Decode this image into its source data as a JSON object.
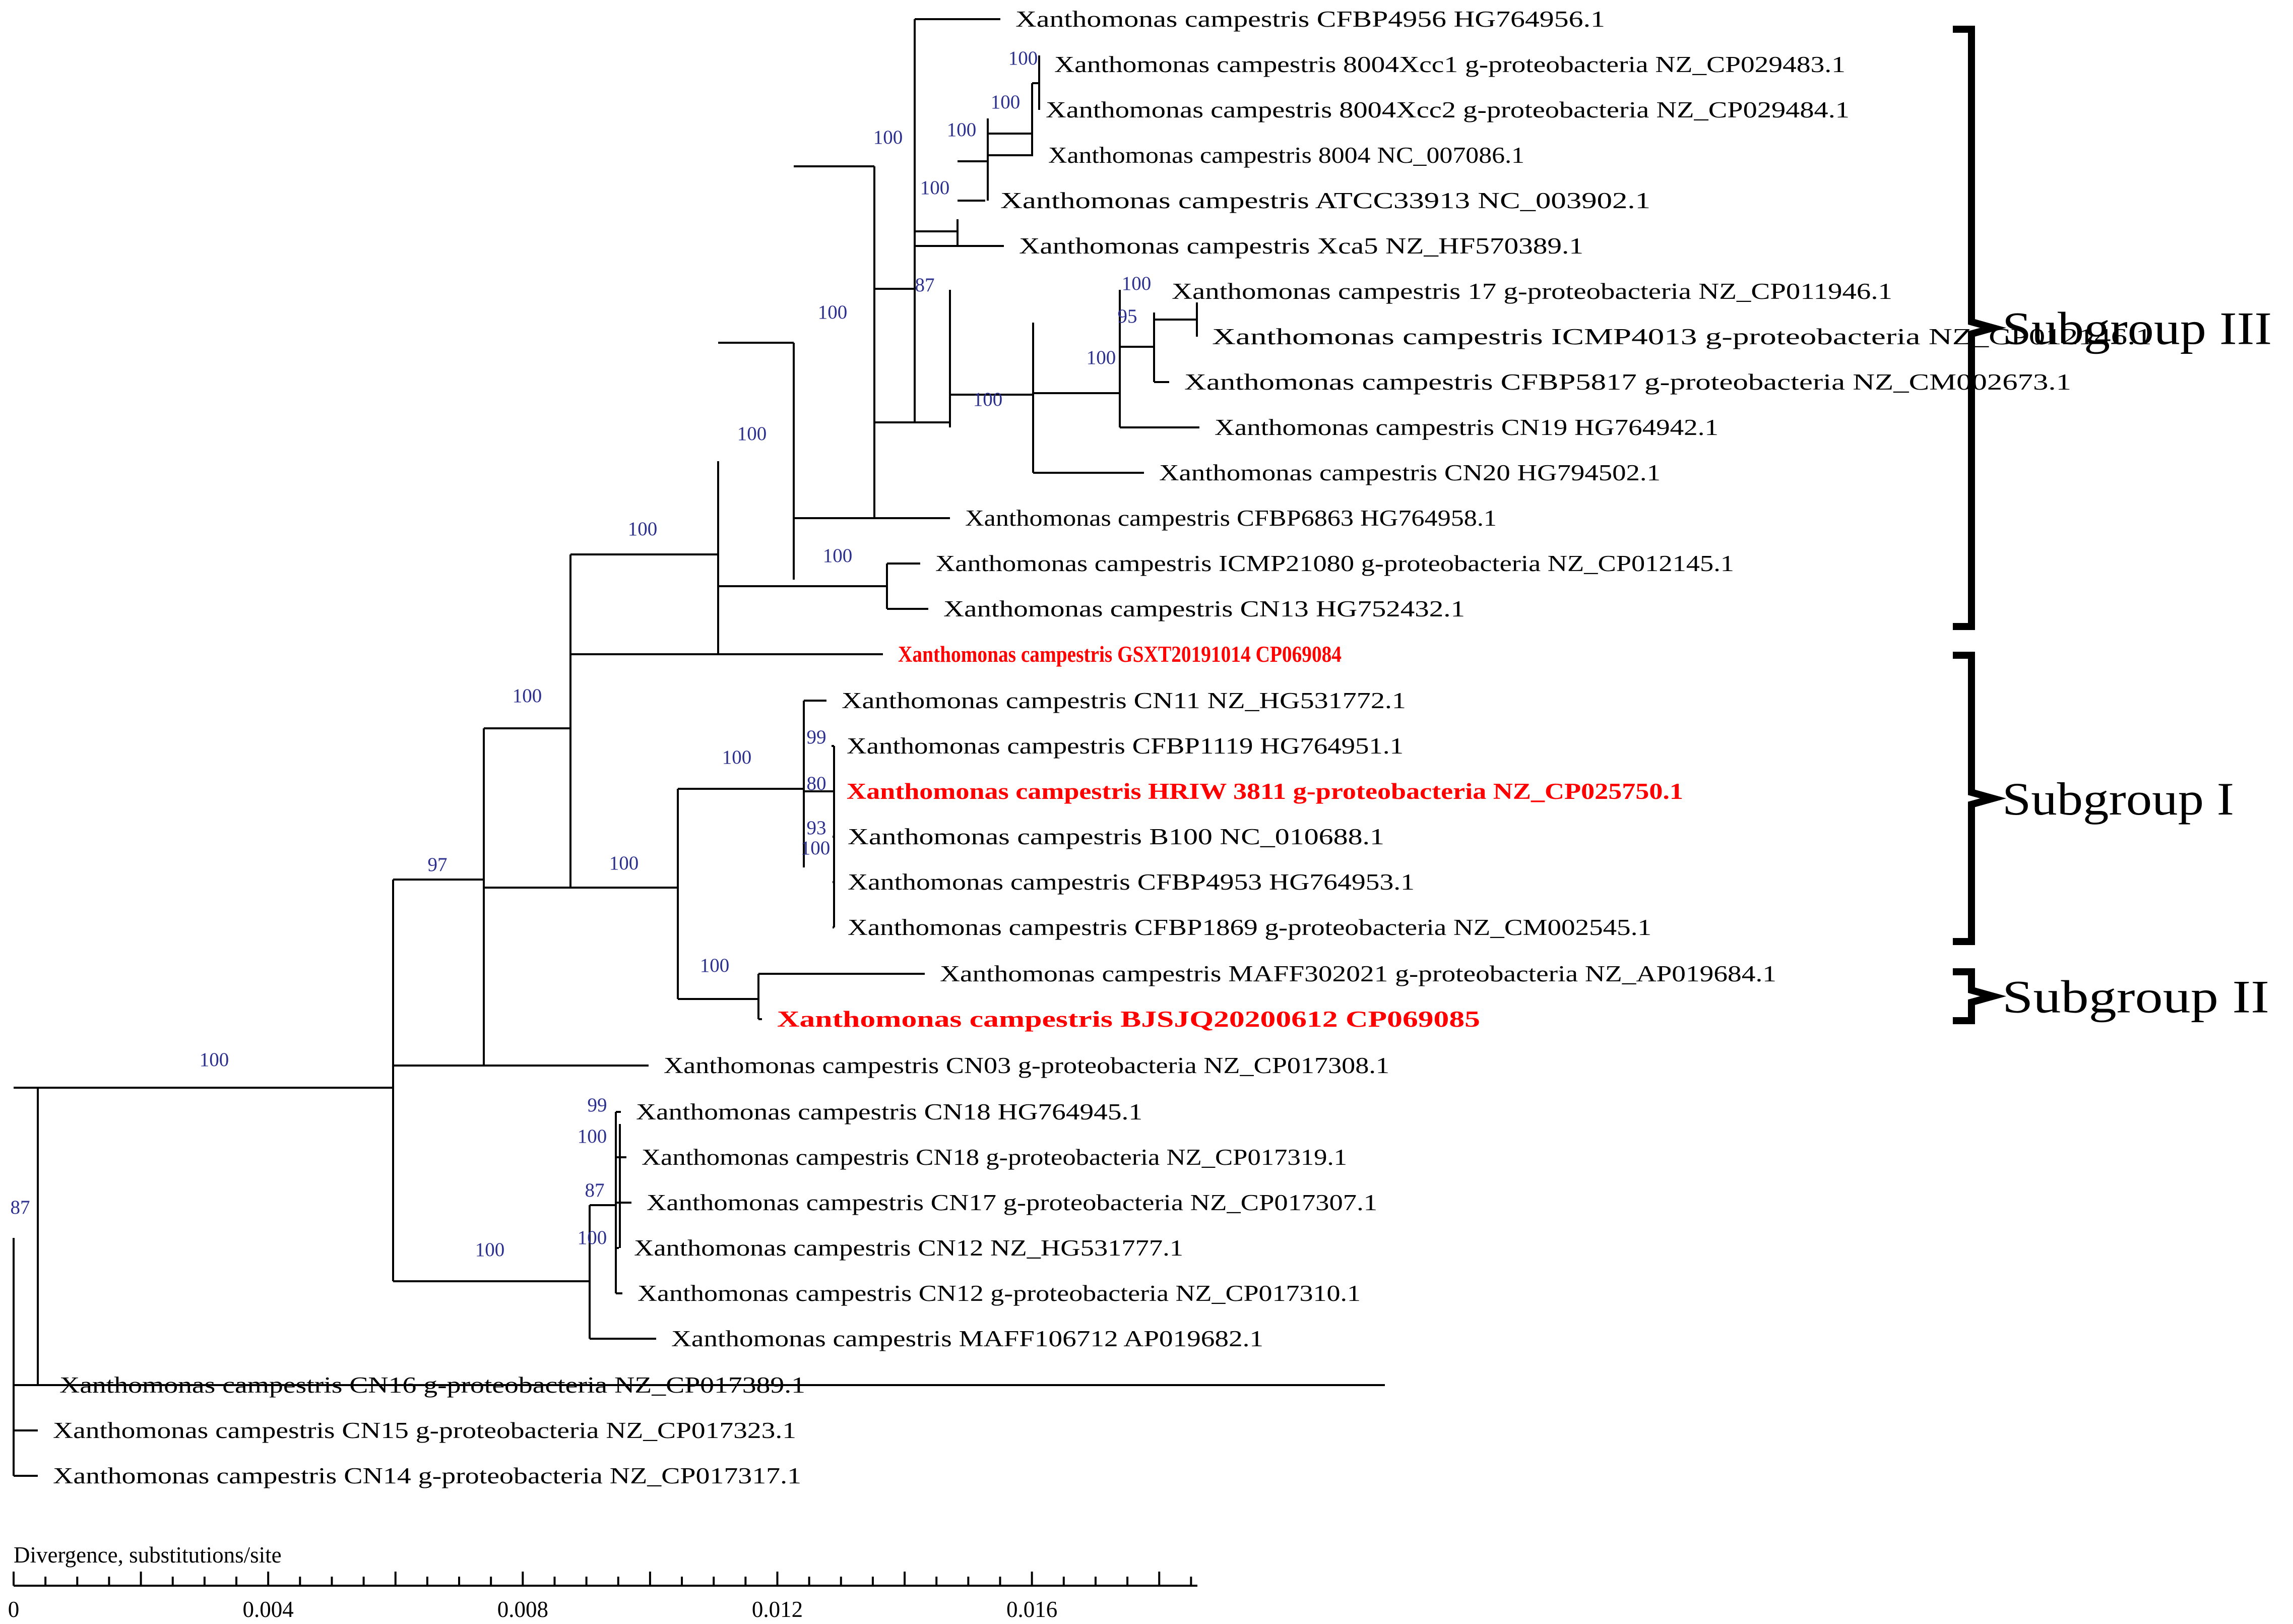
{
  "leaves": [
    {
      "id": "L1",
      "label": "Xanthomonas campestris CFBP4956  HG764956.1"
    },
    {
      "id": "L2",
      "label": "Xanthomonas campestris 8004Xcc1 g-proteobacteria NZ_CP029483.1"
    },
    {
      "id": "L3",
      "label": "Xanthomonas campestris 8004Xcc2 g-proteobacteria  NZ_CP029484.1"
    },
    {
      "id": "L4",
      "label": "Xanthomonas campestris 8004   NC_007086.1"
    },
    {
      "id": "L5",
      "label": "Xanthomonas campestris ATCC33913  NC_003902.1"
    },
    {
      "id": "L6",
      "label": "Xanthomonas campestris Xca5 NZ_HF570389.1"
    },
    {
      "id": "L7",
      "label": "Xanthomonas campestris 17 g-proteobacteria NZ_CP011946.1"
    },
    {
      "id": "L8",
      "label": "Xanthomonas campestris ICMP4013 g-proteobacteria NZ_CP012146.1"
    },
    {
      "id": "L9",
      "label": "Xanthomonas campestris CFBP5817 g-proteobacteria NZ_CM002673.1"
    },
    {
      "id": "L10",
      "label": "Xanthomonas campestris CN19 HG764942.1"
    },
    {
      "id": "L11",
      "label": "Xanthomonas campestris CN20  HG794502.1"
    },
    {
      "id": "L12",
      "label": "Xanthomonas campestris CFBP6863 HG764958.1"
    },
    {
      "id": "L13",
      "label": "Xanthomonas campestris ICMP21080 g-proteobacteria NZ_CP012145.1"
    },
    {
      "id": "L14",
      "label": "Xanthomonas campestris CN13 HG752432.1"
    },
    {
      "id": "L15",
      "label": "Xanthomonas campestris GSXT20191014 CP069084",
      "highlight": true
    },
    {
      "id": "L16",
      "label": "Xanthomonas campestris CN11 NZ_HG531772.1"
    },
    {
      "id": "L17",
      "label": "Xanthomonas campestris CFBP1119 HG764951.1"
    },
    {
      "id": "L18",
      "label": "Xanthomonas campestris HRIW 3811 g-proteobacteria NZ_CP025750.1",
      "highlight": true
    },
    {
      "id": "L19",
      "label": "Xanthomonas campestris B100 NC_010688.1"
    },
    {
      "id": "L20",
      "label": "Xanthomonas campestris CFBP4953 HG764953.1"
    },
    {
      "id": "L21",
      "label": "Xanthomonas campestris CFBP1869 g-proteobacteria NZ_CM002545.1"
    },
    {
      "id": "L22",
      "label": "Xanthomonas campestris MAFF302021 g-proteobacteria NZ_AP019684.1"
    },
    {
      "id": "L23",
      "label": "Xanthomonas campestris BJSJQ20200612 CP069085",
      "highlight": true
    },
    {
      "id": "L24",
      "label": "Xanthomonas campestris CN03 g-proteobacteria  NZ_CP017308.1"
    },
    {
      "id": "L25",
      "label": "Xanthomonas campestris CN18 HG764945.1"
    },
    {
      "id": "L26",
      "label": "Xanthomonas campestris CN18 g-proteobacteria NZ_CP017319.1"
    },
    {
      "id": "L27",
      "label": "Xanthomonas campestris CN17 g-proteobacteria  NZ_CP017307.1"
    },
    {
      "id": "L28",
      "label": "Xanthomonas campestris CN12 NZ_HG531777.1"
    },
    {
      "id": "L29",
      "label": "Xanthomonas campestris CN12 g-proteobacteria NZ_CP017310.1"
    },
    {
      "id": "L30",
      "label": "Xanthomonas campestris MAFF106712 AP019682.1"
    },
    {
      "id": "L31",
      "label": "Xanthomonas campestris CN16 g-proteobacteria NZ_CP017389.1"
    },
    {
      "id": "L32",
      "label": "Xanthomonas campestris CN15 g-proteobacteria NZ_CP017323.1"
    },
    {
      "id": "L33",
      "label": "Xanthomonas campestris CN14 g-proteobacteria NZ_CP017317.1"
    }
  ],
  "bootstrap": [
    {
      "clade": "CN16-CN15-CN14 root",
      "value": "87"
    },
    {
      "clade": "main ingroup",
      "value": "100"
    },
    {
      "clade": "subgroups + CN03",
      "value": "97"
    },
    {
      "clade": "subgroups I-III",
      "value": "100"
    },
    {
      "clade": "subgroup III + GSXT",
      "value": "100"
    },
    {
      "clade": "subgroup III",
      "value": "100"
    },
    {
      "clade": "subgroup III core",
      "value": "100"
    },
    {
      "clade": "8004 / ATCC clade",
      "value": "100"
    },
    {
      "clade": "8004 / ATCC inner",
      "value": "100"
    },
    {
      "clade": "8004 triplet",
      "value": "100"
    },
    {
      "clade": "8004Xcc1 / 8004Xcc2",
      "value": "100"
    },
    {
      "clade": "8004Xcc1 / 8004Xcc2 inner",
      "value": "100"
    },
    {
      "clade": "Xca5 clade",
      "value": "87"
    },
    {
      "clade": "CFBP5817 / CN19 / CN20",
      "value": "100"
    },
    {
      "clade": "17 / ICMP4013 / CFBP5817 / CN19",
      "value": "100"
    },
    {
      "clade": "17 / ICMP4013 pair",
      "value": "100"
    },
    {
      "clade": "17 / ICMP4013 / CFBP5817",
      "value": "95"
    },
    {
      "clade": "ICMP21080 / CN13",
      "value": "100"
    },
    {
      "clade": "subgroups I + II",
      "value": "100"
    },
    {
      "clade": "subgroup I",
      "value": "100"
    },
    {
      "clade": "CFBP1119 node",
      "value": "99"
    },
    {
      "clade": "HRIW 3811 node",
      "value": "80"
    },
    {
      "clade": "B100 node",
      "value": "93"
    },
    {
      "clade": "CFBP4953 node",
      "value": "100"
    },
    {
      "clade": "subgroup II",
      "value": "100"
    },
    {
      "clade": "CN18-CN12 clade",
      "value": "100"
    },
    {
      "clade": "CN18 pair",
      "value": "99"
    },
    {
      "clade": "CN18 / CN17",
      "value": "100"
    },
    {
      "clade": "CN17 node",
      "value": "87"
    },
    {
      "clade": "CN12 pair",
      "value": "100"
    }
  ],
  "subgroups": [
    {
      "id": "III",
      "label": "Subgroup III"
    },
    {
      "id": "I",
      "label": "Subgroup I"
    },
    {
      "id": "II",
      "label": "Subgroup  II"
    }
  ],
  "scale": {
    "title": "Divergence, substitutions/site",
    "min": 0,
    "max": 0.0186,
    "ticks": [
      {
        "value": 0,
        "label": "0"
      },
      {
        "value": 0.004,
        "label": "0.004"
      },
      {
        "value": 0.008,
        "label": "0.008"
      },
      {
        "value": 0.012,
        "label": "0.012"
      },
      {
        "value": 0.016,
        "label": "0.016"
      }
    ],
    "minor_step": 0.0005
  },
  "colors": {
    "branch": "#000000",
    "bootstrap": "#2b2f8e",
    "highlight": "#ff0000",
    "text": "#000000"
  }
}
